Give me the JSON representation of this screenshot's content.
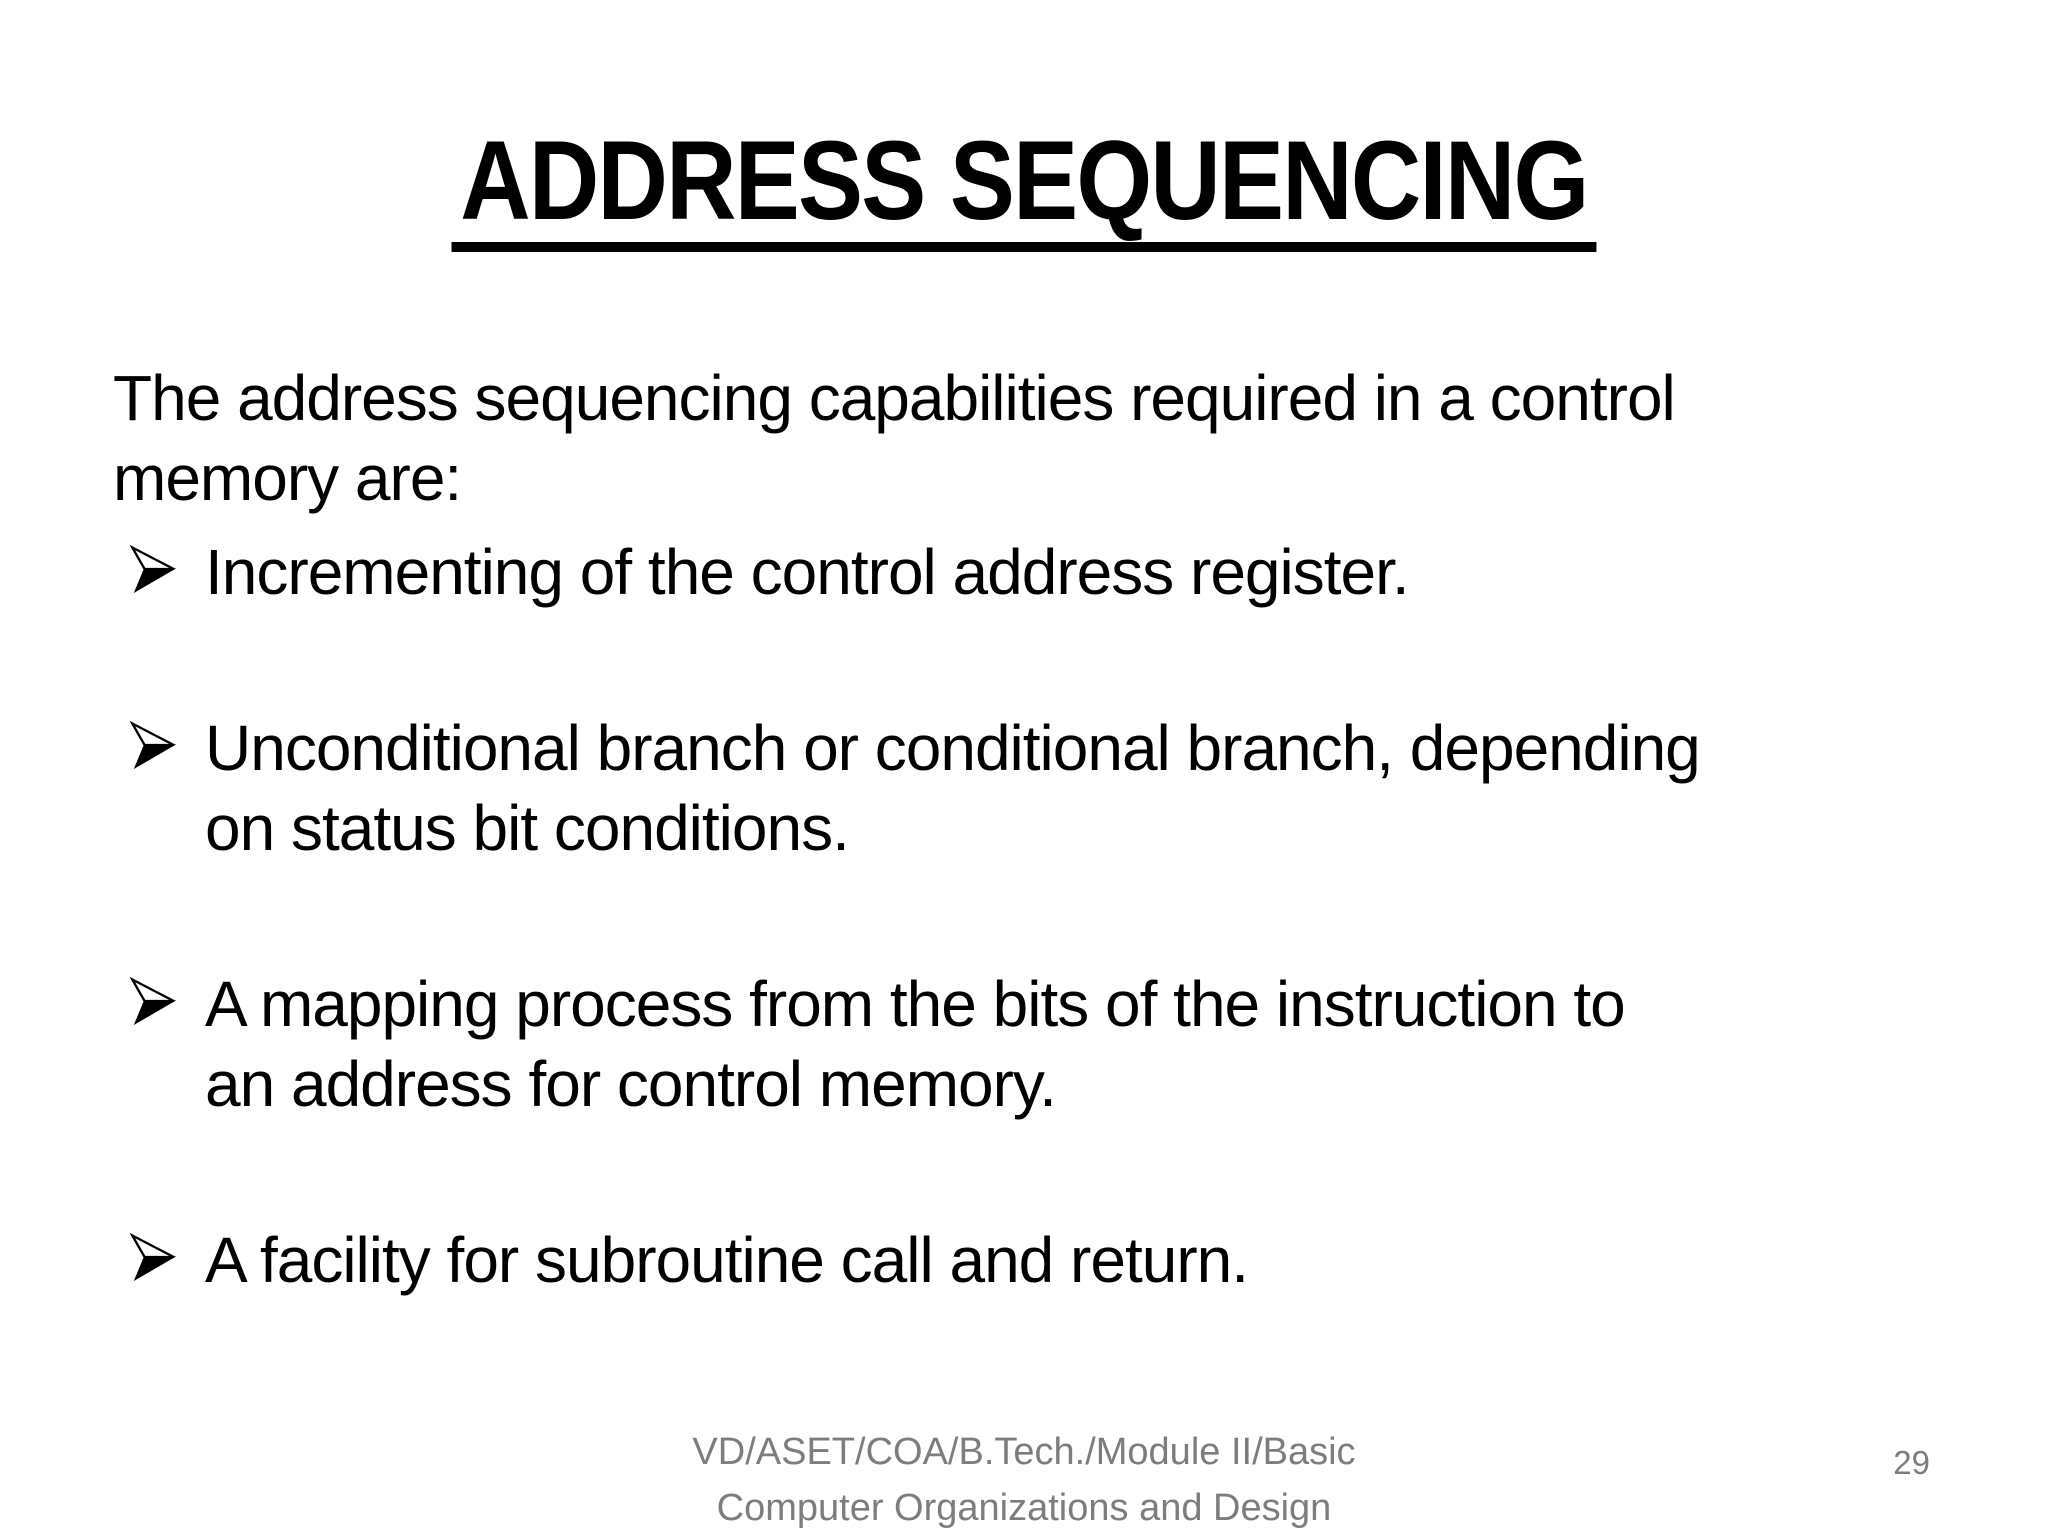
{
  "slide": {
    "title": "ADDRESS SEQUENCING",
    "intro": "The address sequencing capabilities required in a control\nmemory are:",
    "bullet_icon": "arrowhead-right-icon",
    "bullets": [
      {
        "text": "Incrementing of the control address register."
      },
      {
        "text": "Unconditional branch or conditional branch, depending\non status bit conditions."
      },
      {
        "text": "A mapping process from the bits of the instruction to\nan address for control memory."
      },
      {
        "text": "A facility for subroutine call and return."
      }
    ],
    "footer": {
      "line1": "VD/ASET/COA/B.Tech./Module II/Basic",
      "line2": "Computer Organizations and Design"
    },
    "page_number": "29",
    "colors": {
      "background": "#ffffff",
      "text": "#000000",
      "muted": "#7d7d7d"
    }
  }
}
